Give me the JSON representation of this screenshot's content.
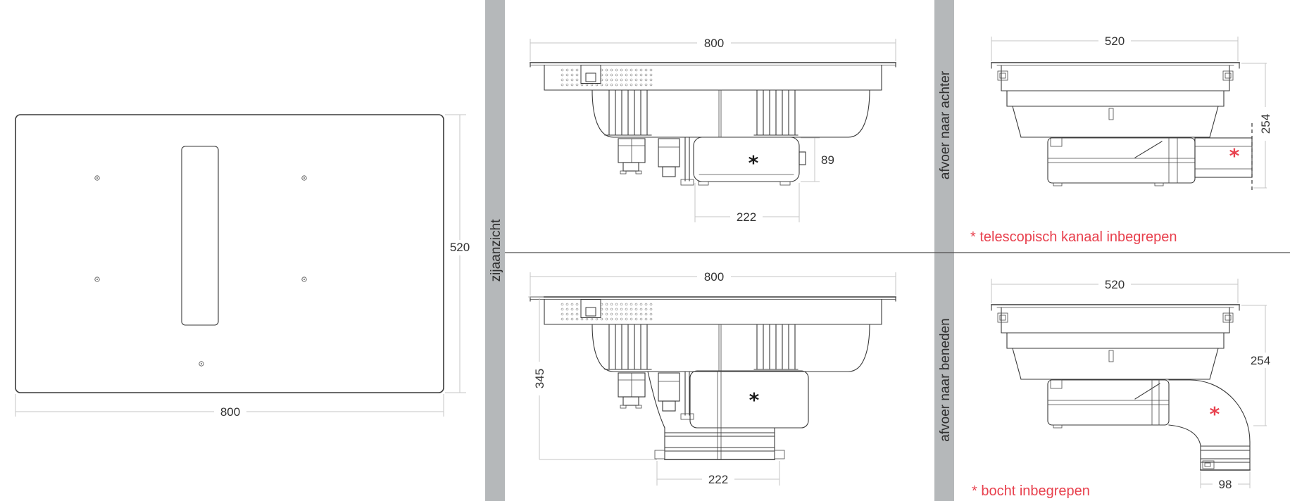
{
  "colors": {
    "drawing_stroke": "#3a3a3a",
    "dimension_line": "#c6c6c6",
    "dimension_text": "#333333",
    "section_bar": "#b5b8ba",
    "divider_line": "#4d4d4d",
    "accent_red": "#e8414e",
    "asterisk_black": "#1a1a1a"
  },
  "top_view": {
    "width_label": "800",
    "height_label": "520"
  },
  "side_view_rear": {
    "width_label": "800",
    "duct_height_label": "89",
    "duct_width_label": "222",
    "asterisk": "*"
  },
  "side_view_down": {
    "width_label": "800",
    "total_height_label": "345",
    "duct_width_label": "222",
    "asterisk": "*"
  },
  "rear_exhaust_view": {
    "width_label": "520",
    "height_label": "254",
    "asterisk": "*",
    "note": "* telescopisch kanaal inbegrepen"
  },
  "down_exhaust_view": {
    "width_label": "520",
    "height_label": "254",
    "duct_width_label": "98",
    "asterisk": "*",
    "note": "* bocht inbegrepen"
  },
  "section_labels": {
    "side": "zijaanzicht",
    "rear": "afvoer naar achter",
    "down": "afvoer naar beneden"
  }
}
